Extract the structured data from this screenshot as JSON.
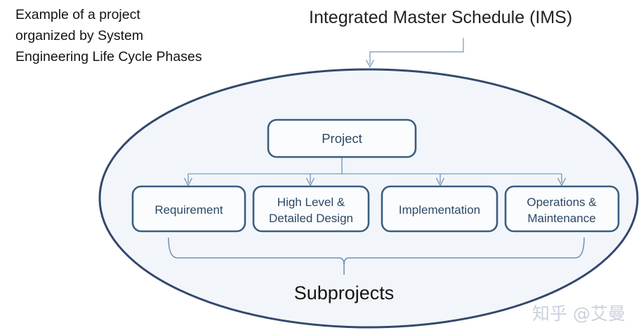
{
  "diagram": {
    "caption": {
      "lines": [
        "Example of a project",
        "organized by System",
        "Engineering Life Cycle Phases"
      ]
    },
    "title": "Integrated Master Schedule (IMS)",
    "root_node": {
      "label": "Project"
    },
    "child_nodes": [
      {
        "lines": [
          "Requirement"
        ]
      },
      {
        "lines": [
          "High Level &",
          "Detailed Design"
        ]
      },
      {
        "lines": [
          "Implementation"
        ]
      },
      {
        "lines": [
          "Operations &",
          "Maintenance"
        ]
      }
    ],
    "group_label": "Subprojects",
    "watermark": "知乎 @艾曼",
    "colors": {
      "ellipse_stroke": "#33496b",
      "ellipse_fill": "#f2f6fa",
      "node_stroke": "#3b5e80",
      "node_fill": "#fbfcfd",
      "node_text": "#2c4866",
      "connector": "#7d9cbb",
      "brace": "#6f8fae",
      "caption_text": "#141414",
      "watermark": "#c9d2dd",
      "background": "#ffffff"
    }
  }
}
